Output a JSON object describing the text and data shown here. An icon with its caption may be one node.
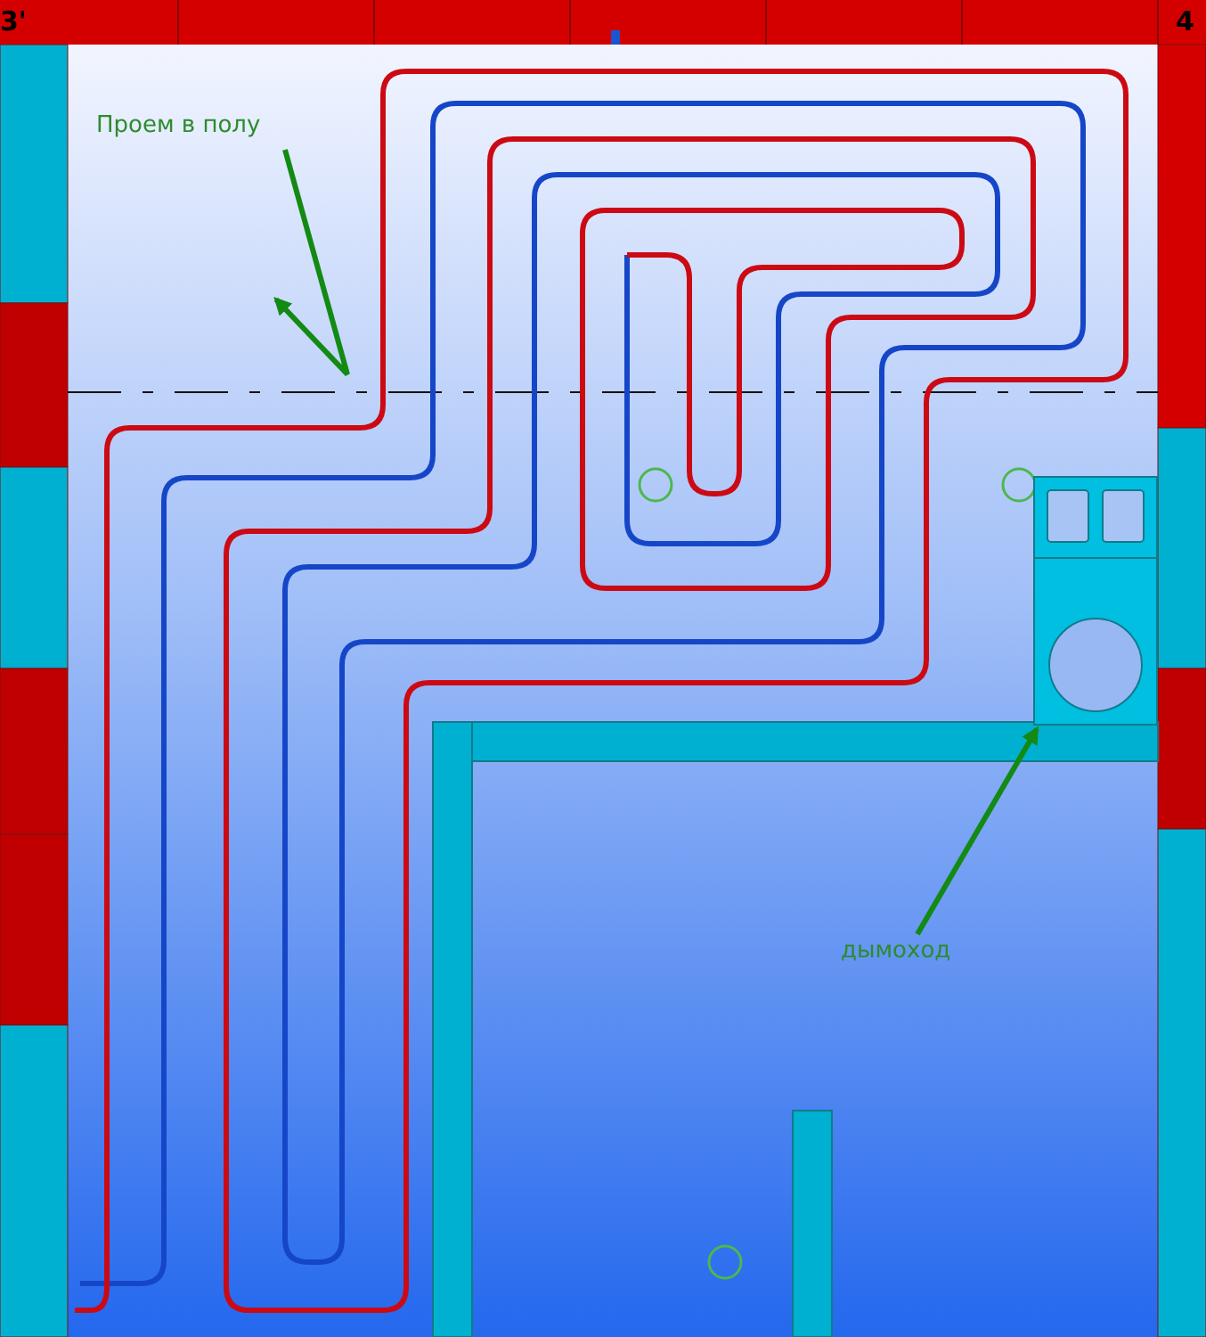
{
  "diagram": {
    "nodes": [
      {
        "text": [
          "Проем в полу"
        ]
      },
      {
        "text": [
          "дымоход"
        ]
      },
      {
        "text": [],
        "shape": "box"
      }
    ],
    "edges": [
      {
        "from": 0,
        "to": null,
        "arrow": "to"
      },
      {
        "from": 1,
        "to": 2,
        "arrow": "to"
      }
    ],
    "labels": [
      "3'",
      "4"
    ]
  }
}
